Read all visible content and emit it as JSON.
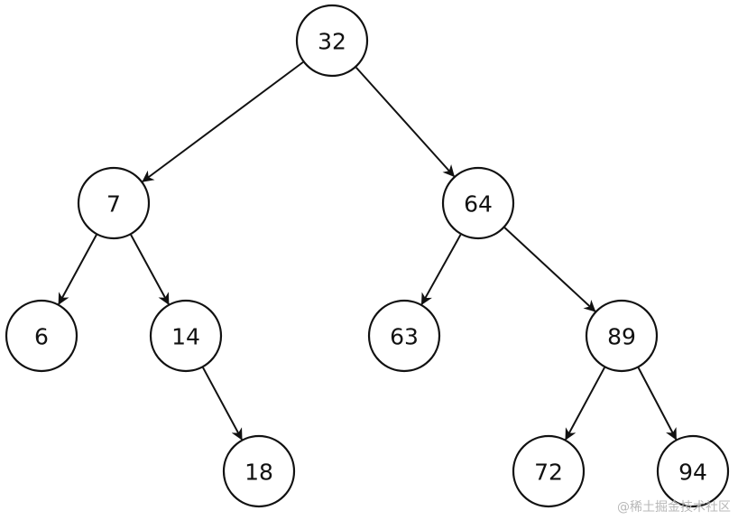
{
  "diagram": {
    "type": "binary-search-tree",
    "nodes": [
      {
        "id": "n32",
        "label": "32"
      },
      {
        "id": "n7",
        "label": "7"
      },
      {
        "id": "n64",
        "label": "64"
      },
      {
        "id": "n6",
        "label": "6"
      },
      {
        "id": "n14",
        "label": "14"
      },
      {
        "id": "n63",
        "label": "63"
      },
      {
        "id": "n89",
        "label": "89"
      },
      {
        "id": "n18",
        "label": "18"
      },
      {
        "id": "n72",
        "label": "72"
      },
      {
        "id": "n94",
        "label": "94"
      }
    ],
    "edges": [
      {
        "from": "n32",
        "to": "n7"
      },
      {
        "from": "n32",
        "to": "n64"
      },
      {
        "from": "n7",
        "to": "n6"
      },
      {
        "from": "n7",
        "to": "n14"
      },
      {
        "from": "n14",
        "to": "n18"
      },
      {
        "from": "n64",
        "to": "n63"
      },
      {
        "from": "n64",
        "to": "n89"
      },
      {
        "from": "n89",
        "to": "n72"
      },
      {
        "from": "n89",
        "to": "n94"
      }
    ],
    "colors": {
      "stroke": "#111111",
      "fill": "#ffffff",
      "text": "#111111"
    }
  },
  "watermark": {
    "text": "@稀土掘金技术社区"
  }
}
